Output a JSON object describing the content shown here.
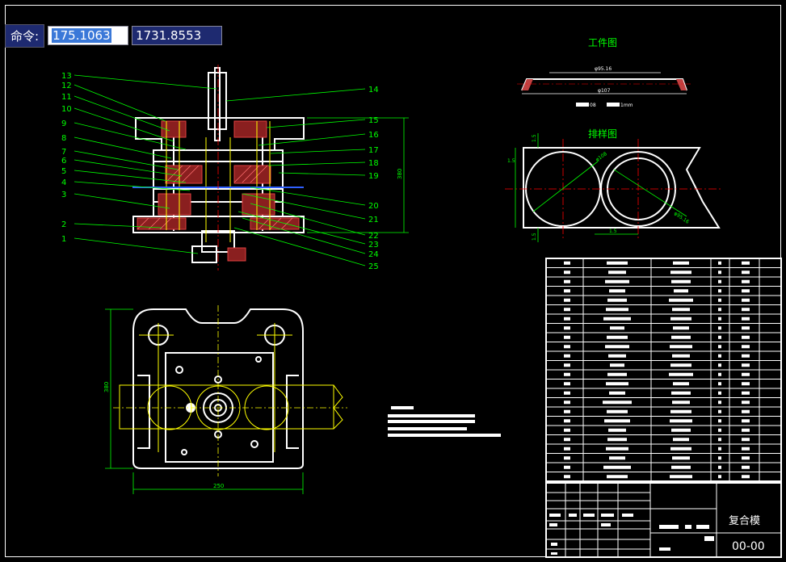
{
  "command": {
    "label": "命令:",
    "x_value": "175.1063",
    "y_value": "1731.8553"
  },
  "workpiece": {
    "title": "工件图",
    "dim_top": "φ95.16",
    "dim_bottom": "φ107",
    "note_a": "08",
    "note_b": "1mm"
  },
  "layout": {
    "title": "排样图",
    "dim_left": "1.5",
    "dim_diam": "φ108",
    "dim_inner": "φ95.16",
    "dim_bottom": "1.5",
    "dim_gap": "1.5",
    "dim_small": "1.5"
  },
  "section": {
    "left_numbers": [
      "13",
      "12",
      "11",
      "10",
      "9",
      "8",
      "7",
      "6",
      "5",
      "4",
      "3",
      "2",
      "1"
    ],
    "right_numbers": [
      "14",
      "15",
      "16",
      "17",
      "18",
      "19",
      "20",
      "21",
      "22",
      "23",
      "24",
      "25"
    ],
    "height_dim": "380"
  },
  "plan": {
    "width_dim": "250",
    "height_dim": "380"
  },
  "title_block": {
    "name": "复合模",
    "code": "00-00"
  },
  "colors": {
    "background": "#000000",
    "line_white": "#ffffff",
    "line_green": "#00ff00",
    "line_yellow": "#ffff00",
    "line_red": "#ff0000",
    "hatch_red": "#b03030",
    "command_blue": "#1e2a70"
  }
}
